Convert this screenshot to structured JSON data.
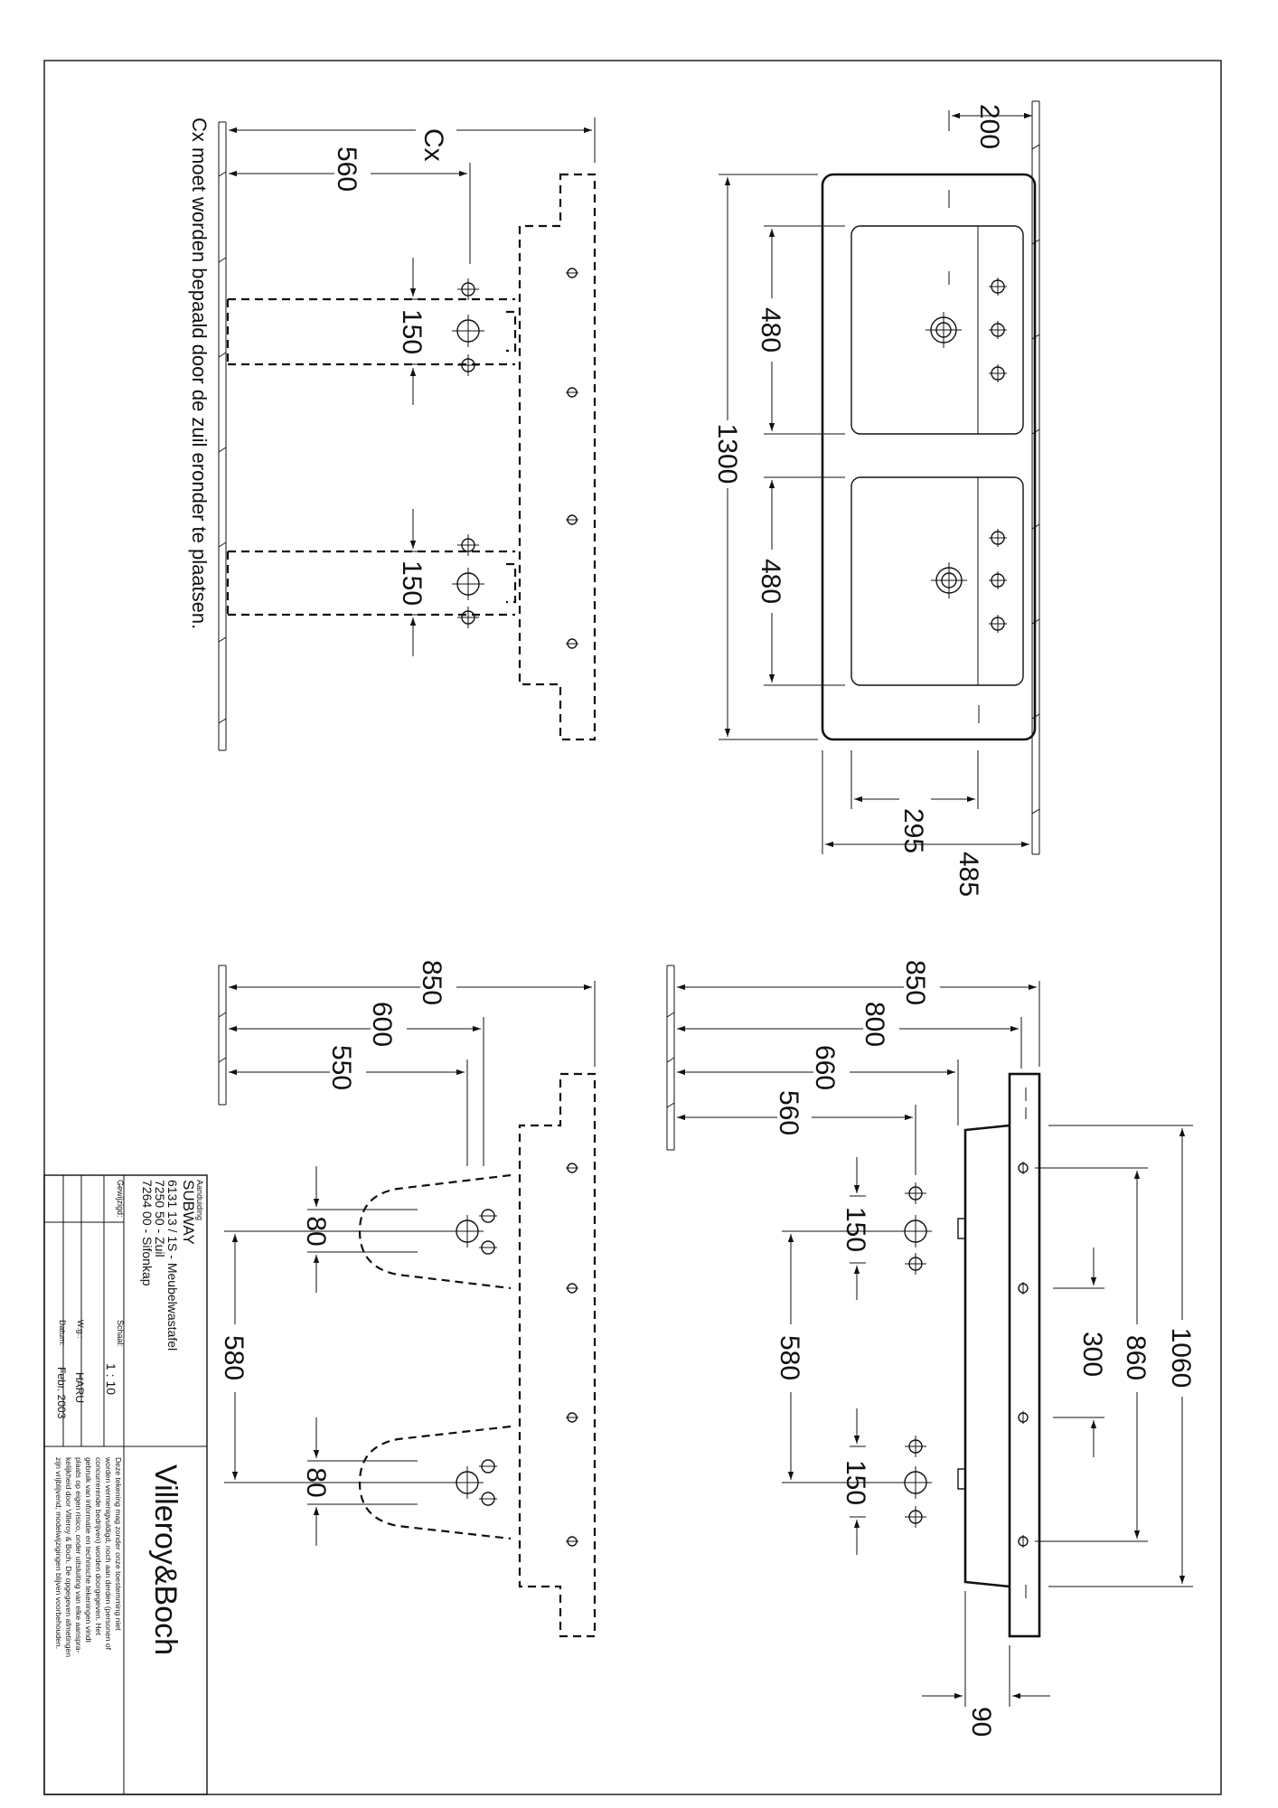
{
  "views": {
    "plan": {
      "dims": {
        "d200": "200",
        "d1300": "1300",
        "d480a": "480",
        "d480b": "480",
        "d295": "295",
        "d485": "485"
      }
    },
    "rear": {
      "dims": {
        "cx": "Cx",
        "d560": "560",
        "d150a": "150",
        "d150b": "150"
      },
      "note": "Cx moet worden bepaald door de zuil eronder te plaatsen."
    },
    "front": {
      "dims": {
        "d850": "850",
        "d800": "800",
        "d660": "660",
        "d560": "560",
        "d150a": "150",
        "d150b": "150",
        "d580": "580",
        "d1060": "1060",
        "d860": "860",
        "d300": "300",
        "d90": "90"
      }
    },
    "side": {
      "dims": {
        "d850": "850",
        "d600": "600",
        "d550": "550",
        "d80a": "80",
        "d80b": "80",
        "d580": "580"
      }
    }
  },
  "title_block": {
    "aanduiding_label": "Aanduiding",
    "product_name": "SUBWAY",
    "line1": "6131 13 / 1S - Meubelwastafel",
    "line2": "7250 50 - Zuil",
    "line3": "7264 00 - Sifonkap",
    "gewijzigd_label": "Gewijzigd:",
    "schaal_label": "Schaal:",
    "schaal_value": "1 : 10",
    "wg_label": "W.g.:",
    "wg_value": "HARU",
    "datum_label": "Datum:",
    "datum_value": "Febr. 2003",
    "logo": "Villeroy&Boch",
    "legal_lines": [
      "Deze tekening mag zonder onze toestemming niet",
      "worden vermenigvuldigd, noch aan derden (personen of",
      "concurrerende bedrijven) worden doorgegeven. Het",
      "gebruik van informatie en technische tekeningen vindt",
      "plaats op eigen risico, onder uitsluiting van elke aanspra-",
      "kelijkheid door Villeroy & Boch. De opgegeven afmetingen",
      "zijn vrijblijvend; modelwijzigingen blijven voorbehouden."
    ]
  }
}
